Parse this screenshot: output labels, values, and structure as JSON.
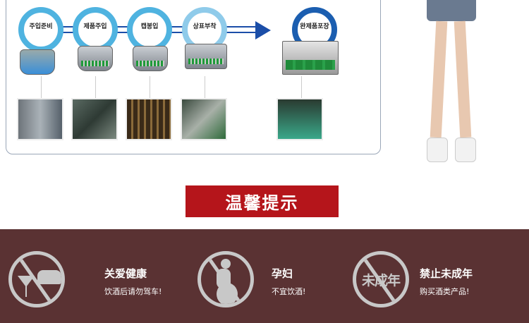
{
  "process": {
    "steps": [
      {
        "label": "주입준비"
      },
      {
        "label": "제품주입"
      },
      {
        "label": "캡봉입"
      },
      {
        "label": "상표부착"
      },
      {
        "label": "완제품포장"
      }
    ]
  },
  "banner": {
    "title": "温馨提示"
  },
  "warnings": [
    {
      "title": "关爱健康",
      "subtitle": "饮酒后请勿驾车!",
      "icon": "no-drink-driving-icon"
    },
    {
      "title": "孕妇",
      "subtitle": "不宜饮酒!",
      "icon": "no-pregnant-drinking-icon"
    },
    {
      "title": "禁止未成年",
      "subtitle": "购买酒类产品!",
      "icon": "no-minors-icon",
      "icon_text": "未成年"
    }
  ],
  "colors": {
    "banner": "#b5151b",
    "band": "#5a3233",
    "ring": "#4fb3e0",
    "sign": "#c8c8c8"
  }
}
